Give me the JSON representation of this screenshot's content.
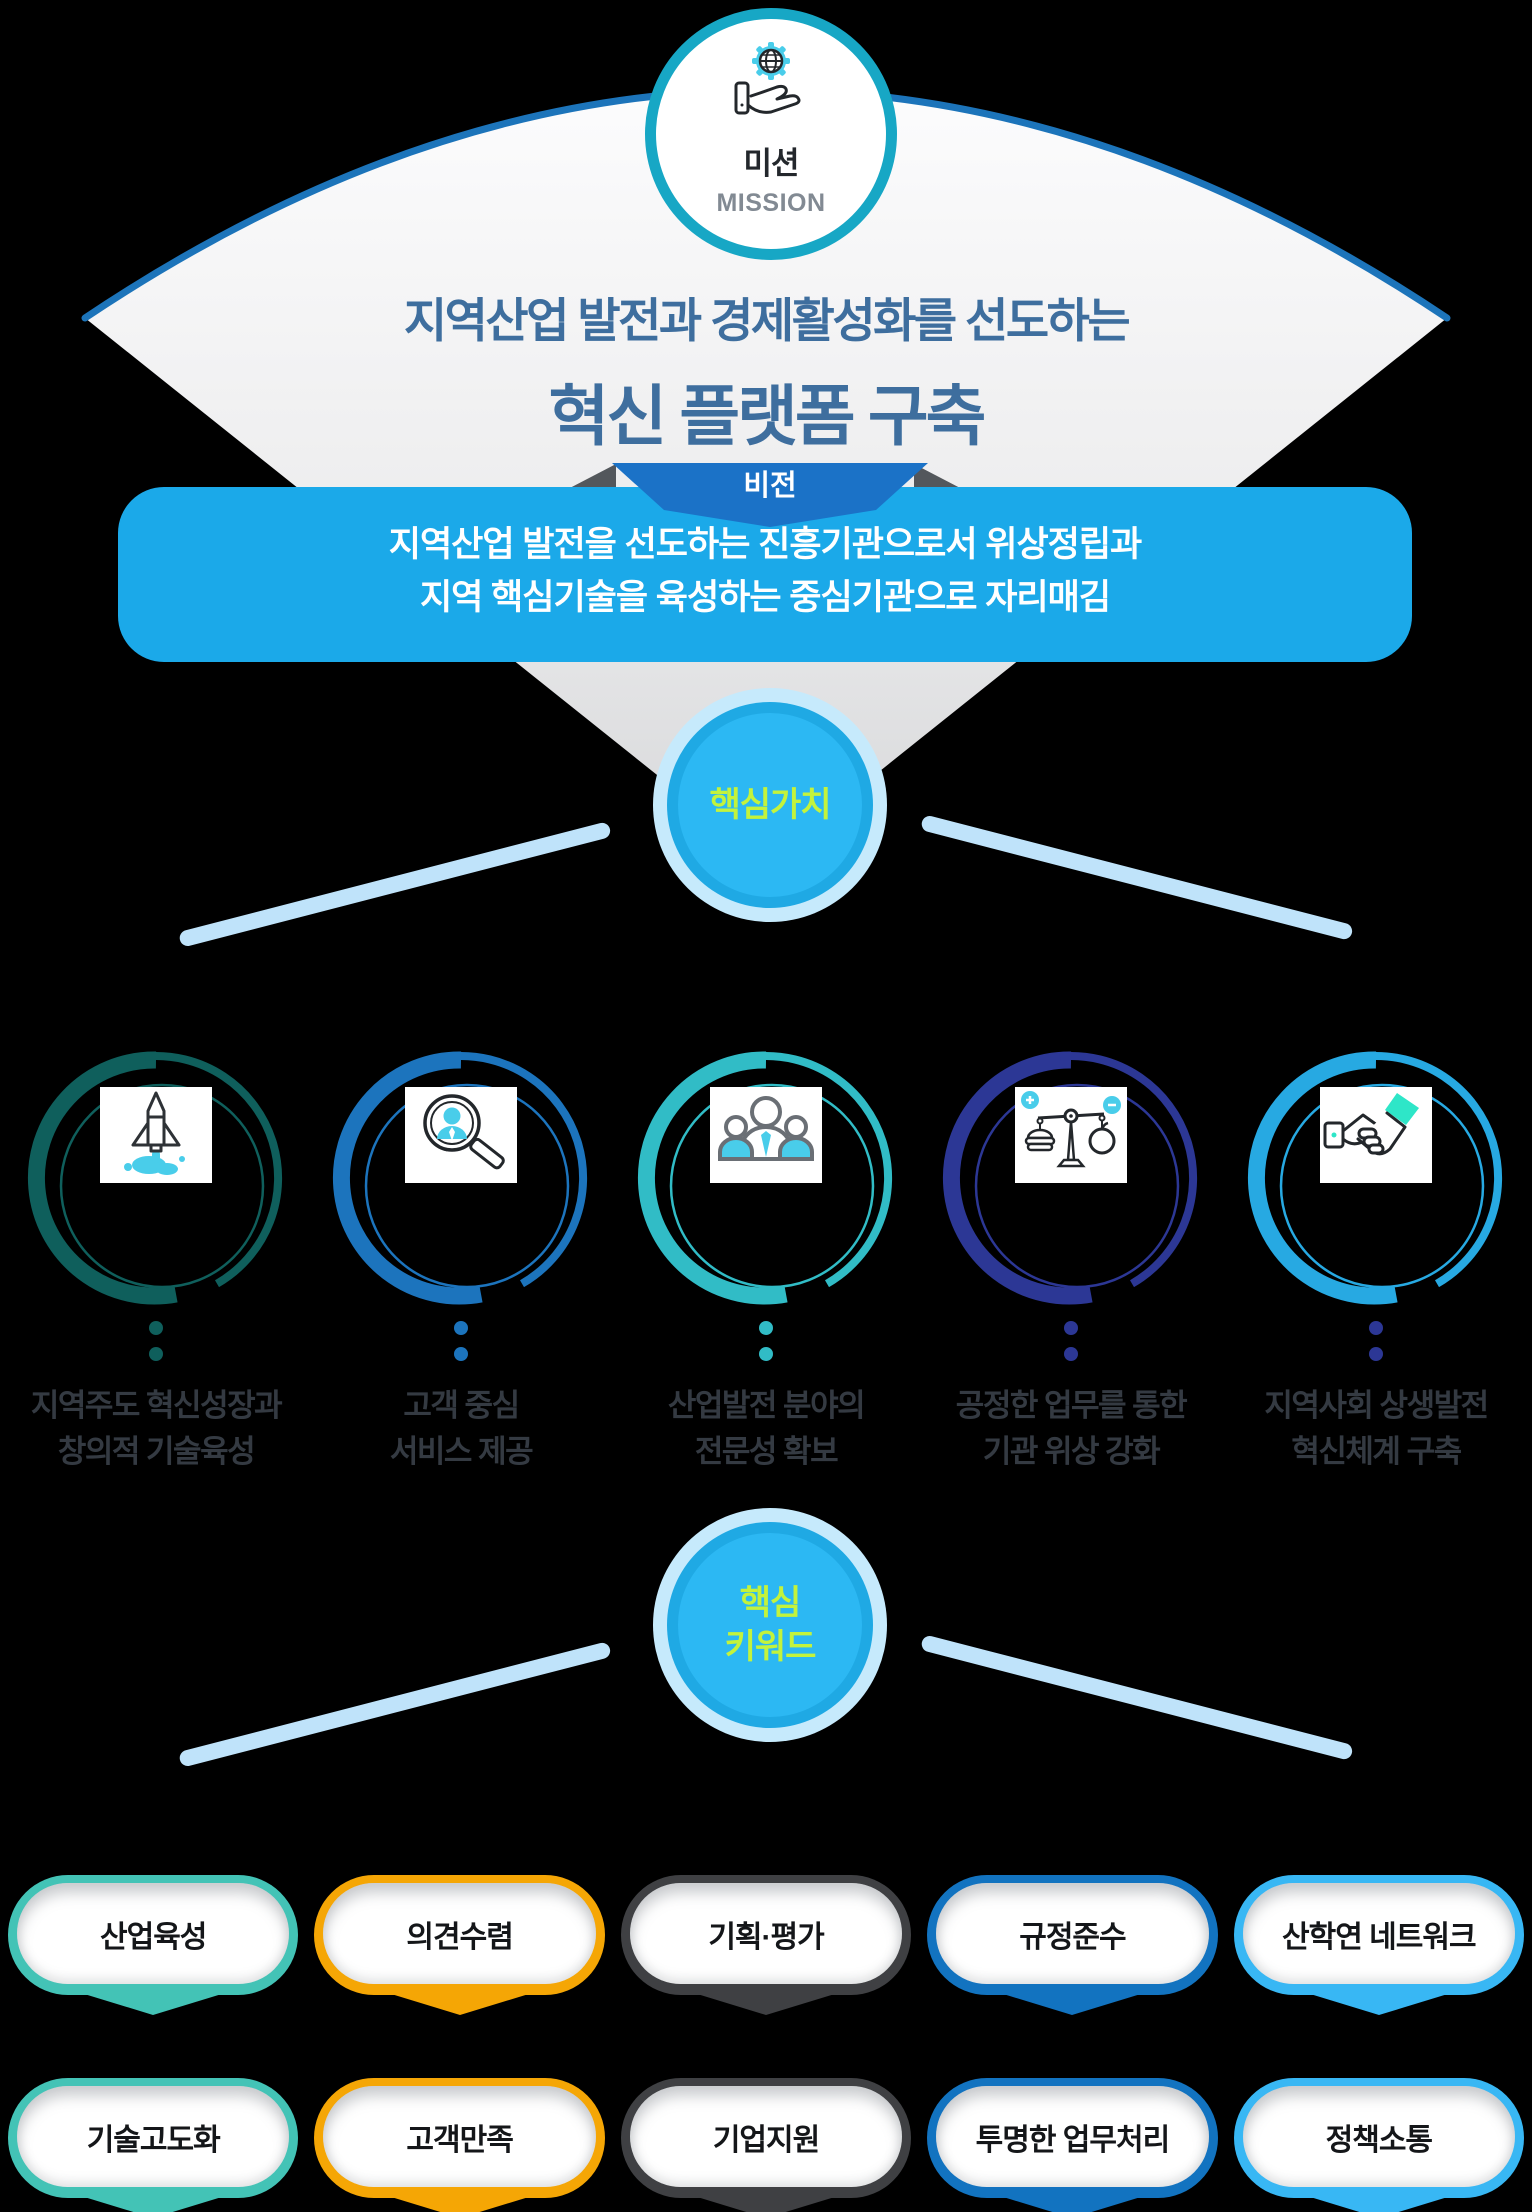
{
  "mission": {
    "badge_title": "미션",
    "badge_subtitle": "MISSION",
    "heading_line1": "지역산업 발전과 경제활성화를 선도하는",
    "heading_line2": "혁신 플랫폼 구축"
  },
  "vision": {
    "ribbon_label": "비전",
    "line1": "지역산업 발전을 선도하는 진흥기관으로서 위상정립과",
    "line2": "지역 핵심기술을 육성하는 중심기관으로 자리매김"
  },
  "core_values": {
    "hub_label": "핵심가치",
    "items": [
      {
        "icon": "rocket-icon",
        "line1": "지역주도 혁신성장과",
        "line2": "창의적 기술육성",
        "color": "#0f5f5c",
        "dot_color": "#0f5f5c"
      },
      {
        "icon": "magnifier-person-icon",
        "line1": "고객 중심",
        "line2": "서비스 제공",
        "color": "#1c74bd",
        "dot_color": "#1c74bd"
      },
      {
        "icon": "people-icon",
        "line1": "산업발전 분야의",
        "line2": "전문성 확보",
        "color": "#31bcc6",
        "dot_color": "#31bcc6"
      },
      {
        "icon": "balance-scale-icon",
        "line1": "공정한 업무를 통한",
        "line2": "기관 위상 강화",
        "color": "#2c3795",
        "dot_color": "#2c3795"
      },
      {
        "icon": "handshake-icon",
        "line1": "지역사회 상생발전",
        "line2": "혁신체계 구축",
        "color": "#27a9e2",
        "dot_color": "#2c3795"
      }
    ]
  },
  "core_keywords": {
    "hub_label_line1": "핵심",
    "hub_label_line2": "키워드",
    "row1": [
      {
        "label": "산업육성",
        "color": "#43c3b6"
      },
      {
        "label": "의견수렴",
        "color": "#f5a605"
      },
      {
        "label": "기획·평가",
        "color": "#3f4043"
      },
      {
        "label": "규정준수",
        "color": "#1273c0"
      },
      {
        "label": "산학연 네트워크",
        "color": "#38b7f4"
      }
    ],
    "row2": [
      {
        "label": "기술고도화",
        "color": "#43c3b6"
      },
      {
        "label": "고객만족",
        "color": "#f5a605"
      },
      {
        "label": "기업지원",
        "color": "#3f4043"
      },
      {
        "label": "투명한 업무처리",
        "color": "#1273c0"
      },
      {
        "label": "정책소통",
        "color": "#38b7f4"
      }
    ]
  },
  "theme": {
    "mission_circle_border": "#17a7c5",
    "fan_arc": "#1c74ba",
    "fan_top": "#fbfbfc",
    "fan_bottom": "#d7d8da",
    "heading_text": "#3e6e9e",
    "banner_bg": "#1ba9e9",
    "ribbon_bg": "#1b72c7",
    "fold": "#53575c",
    "hub_outer": "#c6eafc",
    "hub_mid": "#1fa9e4",
    "hub_inner": "#2cb8f3",
    "hub_text": "#c3f33c",
    "ray": "#bfe3fa",
    "value_label": "#343a42",
    "icon_cyan": "#49cdea"
  }
}
